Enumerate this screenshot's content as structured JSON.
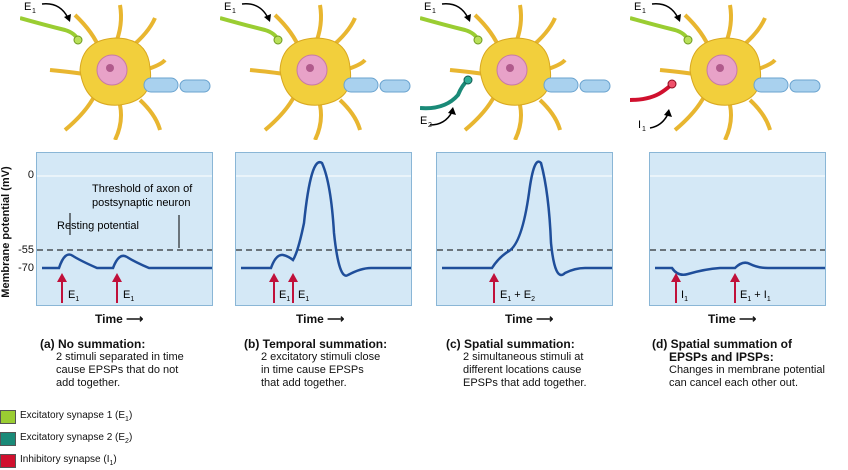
{
  "y_axis_label": "Membrane potential (mV)",
  "y_ticks": [
    "0",
    "-55",
    "-70"
  ],
  "panels": [
    {
      "time_label": "Time",
      "caption_title": "(a) No summation:",
      "caption_body": [
        "2 stimuli separated in time",
        "cause EPSPs that do not",
        "add together."
      ],
      "annotations": {
        "threshold": "Threshold of axon of",
        "threshold2": "postsynaptic neuron",
        "resting": "Resting potential"
      },
      "stim_labels": [
        "E",
        "E"
      ],
      "neuron_labels": [
        "E"
      ]
    },
    {
      "time_label": "Time",
      "caption_title": "(b) Temporal summation:",
      "caption_body": [
        "2 excitatory stimuli close",
        "in time cause EPSPs",
        "that add together."
      ],
      "stim_labels": [
        "E",
        "E"
      ],
      "neuron_labels": [
        "E"
      ]
    },
    {
      "time_label": "Time",
      "caption_title": "(c) Spatial summation:",
      "caption_body": [
        "2 simultaneous stimuli at",
        "different locations cause",
        "EPSPs that add together."
      ],
      "stim_labels": [
        "E + E"
      ],
      "neuron_labels": [
        "E",
        "E"
      ]
    },
    {
      "time_label": "Time",
      "caption_title": "(d) Spatial summation of",
      "caption_title2": "EPSPs and IPSPs:",
      "caption_body": [
        "Changes in membrane potential",
        "can cancel each other out."
      ],
      "stim_labels": [
        "I",
        "E + I"
      ],
      "neuron_labels": [
        "E",
        "I"
      ]
    }
  ],
  "legend": [
    {
      "label": "Excitatory synapse 1 (E",
      "sub": "1",
      "end": ")",
      "color": "#9acd32"
    },
    {
      "label": "Excitatory synapse 2 (E",
      "sub": "2",
      "end": ")",
      "color": "#1a8a78"
    },
    {
      "label": "Inhibitory synapse (I",
      "sub": "1",
      "end": ")",
      "color": "#d0102e"
    }
  ],
  "colors": {
    "plot_bg": "#d4e8f6",
    "trace": "#1f4e9a",
    "arrow": "#c0103a",
    "neuron": "#f2cf3c",
    "nucleus": "#e8a2c8"
  }
}
